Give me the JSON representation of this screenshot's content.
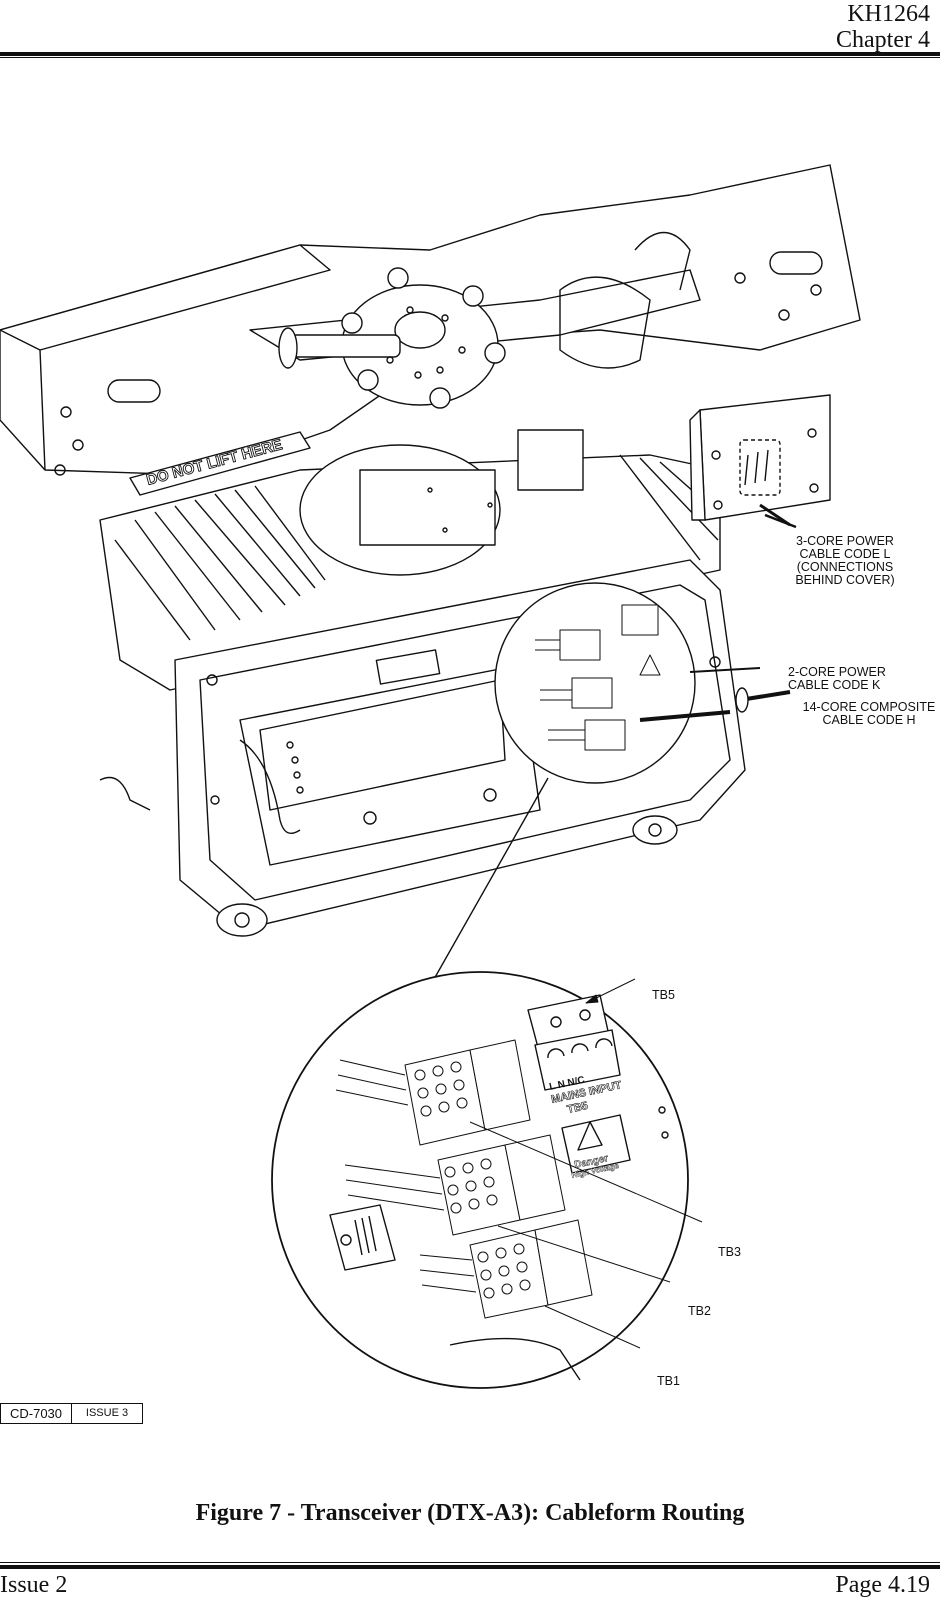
{
  "header": {
    "doc_code": "KH1264",
    "chapter": "Chapter 4"
  },
  "callouts": {
    "power3": [
      "3-CORE POWER",
      "CABLE CODE L",
      "(CONNECTIONS",
      "BEHIND COVER)"
    ],
    "power2": [
      "2-CORE POWER",
      "CABLE CODE K"
    ],
    "composite14": [
      "14-CORE COMPOSITE",
      "CABLE CODE H"
    ]
  },
  "terminal_blocks": {
    "tb5": "TB5",
    "tb3": "TB3",
    "tb2": "TB2",
    "tb1": "TB1"
  },
  "drawing_text": {
    "do_not_lift": "DO NOT LIFT HERE",
    "mains_input": "MAINS INPUT",
    "mains_tb": "TB5",
    "mains_pins": "L    N    N/C",
    "danger": "Danger",
    "high_voltage": "High Voltage"
  },
  "drawing_ref": {
    "code": "CD-7030",
    "issue": "ISSUE 3"
  },
  "caption": "Figure 7 - Transceiver (DTX-A3): Cableform Routing",
  "footer": {
    "issue": "Issue 2",
    "page": "Page 4.19"
  }
}
